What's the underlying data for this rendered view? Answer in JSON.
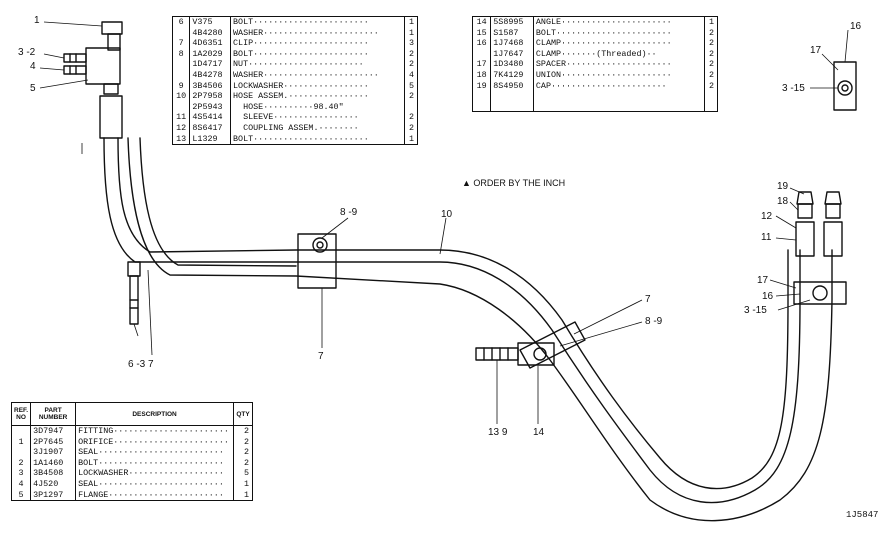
{
  "callouts": {
    "c1": "1",
    "c3_2": "3 -2",
    "c4": "4",
    "c5": "5",
    "c16": "16",
    "c17": "17",
    "c3_15": "3 -15",
    "c8_9a": "8 -9",
    "c10": "10",
    "c7a": "7",
    "c6_3_7": "6 -3  7",
    "c19": "19",
    "c18": "18",
    "c12": "12",
    "c11": "11",
    "c17b": "17",
    "c16b": "16",
    "c3_15b": "3 -15",
    "c7b": "7",
    "c8_9b": "8 -9",
    "c13_9": "13 9",
    "c14": "14"
  },
  "table_top_left": [
    {
      "no": "6",
      "part": "V375",
      "desc": "BOLT",
      "qty": "1"
    },
    {
      "no": "",
      "part": "4B4280",
      "desc": "WASHER",
      "qty": "1"
    },
    {
      "no": "7",
      "part": "4D6351",
      "desc": "CLIP",
      "qty": "3"
    },
    {
      "no": "8",
      "part": "1A2029",
      "desc": "BOLT",
      "qty": "2"
    },
    {
      "no": "",
      "part": "1D4717",
      "desc": "NUT",
      "qty": "2"
    },
    {
      "no": "",
      "part": "4B4278",
      "desc": "WASHER",
      "qty": "4"
    },
    {
      "no": "9",
      "part": "3B4506",
      "desc": "LOCKWASHER",
      "qty": "5"
    },
    {
      "no": "10",
      "part": "2P7958",
      "desc": "HOSE ASSEM.",
      "qty": "2"
    },
    {
      "no": "",
      "part": "2P5943",
      "desc": "HOSE",
      "extra": "98.40\"",
      "qty": ""
    },
    {
      "no": "11",
      "part": "4S5414",
      "desc": "SLEEVE",
      "qty": "2"
    },
    {
      "no": "12",
      "part": "8S6417",
      "desc": "COUPLING ASSEM.",
      "qty": "2"
    },
    {
      "no": "13",
      "part": "L1329",
      "desc": "BOLT",
      "qty": "1"
    }
  ],
  "table_top_right": [
    {
      "no": "14",
      "part": "5S8995",
      "desc": "ANGLE",
      "qty": "1"
    },
    {
      "no": "15",
      "part": "S1587",
      "desc": "BOLT",
      "qty": "2"
    },
    {
      "no": "16",
      "part": "1J7468",
      "desc": "CLAMP",
      "qty": "2"
    },
    {
      "no": "",
      "part": "1J7647",
      "desc": "CLAMP",
      "extra": "(Threaded)",
      "qty": "2"
    },
    {
      "no": "17",
      "part": "1D3480",
      "desc": "SPACER",
      "qty": "2"
    },
    {
      "no": "18",
      "part": "7K4129",
      "desc": "UNION",
      "qty": "2"
    },
    {
      "no": "19",
      "part": "8S4950",
      "desc": "CAP",
      "qty": "2"
    }
  ],
  "order_note": "▲ ORDER BY THE INCH",
  "table_bottom": {
    "headers": {
      "ref": "REF. NO",
      "part": "PART NUMBER",
      "desc": "DESCRIPTION",
      "qty": "QTY"
    },
    "rows": [
      {
        "no": "",
        "part": "3D7947",
        "desc": "FITTING",
        "qty": "2"
      },
      {
        "no": "1",
        "part": "2P7645",
        "desc": "ORIFICE",
        "qty": "2"
      },
      {
        "no": "",
        "part": "3J1907",
        "desc": "SEAL",
        "qty": "2"
      },
      {
        "no": "2",
        "part": "1A1460",
        "desc": "BOLT",
        "qty": "2"
      },
      {
        "no": "3",
        "part": "3B4508",
        "desc": "LOCKWASHER",
        "qty": "5"
      },
      {
        "no": "4",
        "part": "4J520",
        "desc": "SEAL",
        "qty": "1"
      },
      {
        "no": "5",
        "part": "3P1297",
        "desc": "FLANGE",
        "qty": "1"
      }
    ]
  },
  "drawing_number": "1J5847"
}
